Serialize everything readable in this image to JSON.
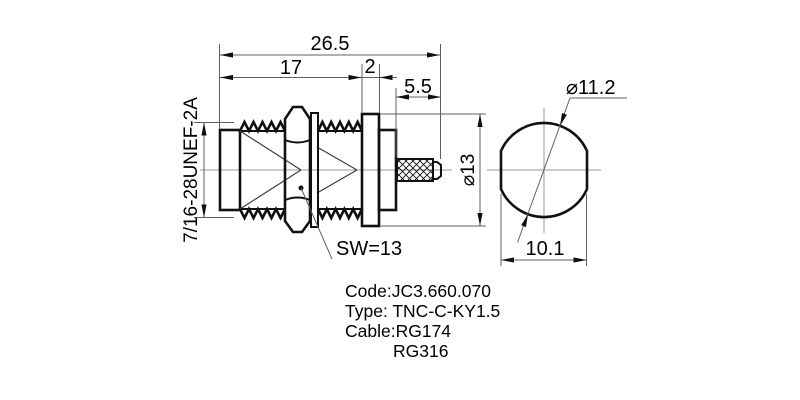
{
  "drawing": {
    "title_hint": "TNC bulkhead crimp connector outline drawing",
    "side_view": {
      "thread_label": "7/16-28UNEF-2A",
      "hex_wrench_label": "SW=13",
      "dim_total_length": "26.5",
      "dim_thread_length": "17",
      "dim_flange_thickness": "2",
      "dim_tail_length": "5.5",
      "dim_flange_diameter": "⌀13"
    },
    "end_view": {
      "dim_diameter": "⌀11.2",
      "dim_across_flats": "10.1"
    },
    "info_block": {
      "code_line": "Code:JC3.660.070",
      "type_line": "Type: TNC-C-KY1.5",
      "cable_line": "Cable:RG174",
      "cable_line2": "RG316"
    },
    "colors": {
      "background": "#ffffff",
      "part_outline": "#111111",
      "dimension_lines": "#606060",
      "center_lines": "#9a9a9a",
      "text": "#000000"
    }
  }
}
